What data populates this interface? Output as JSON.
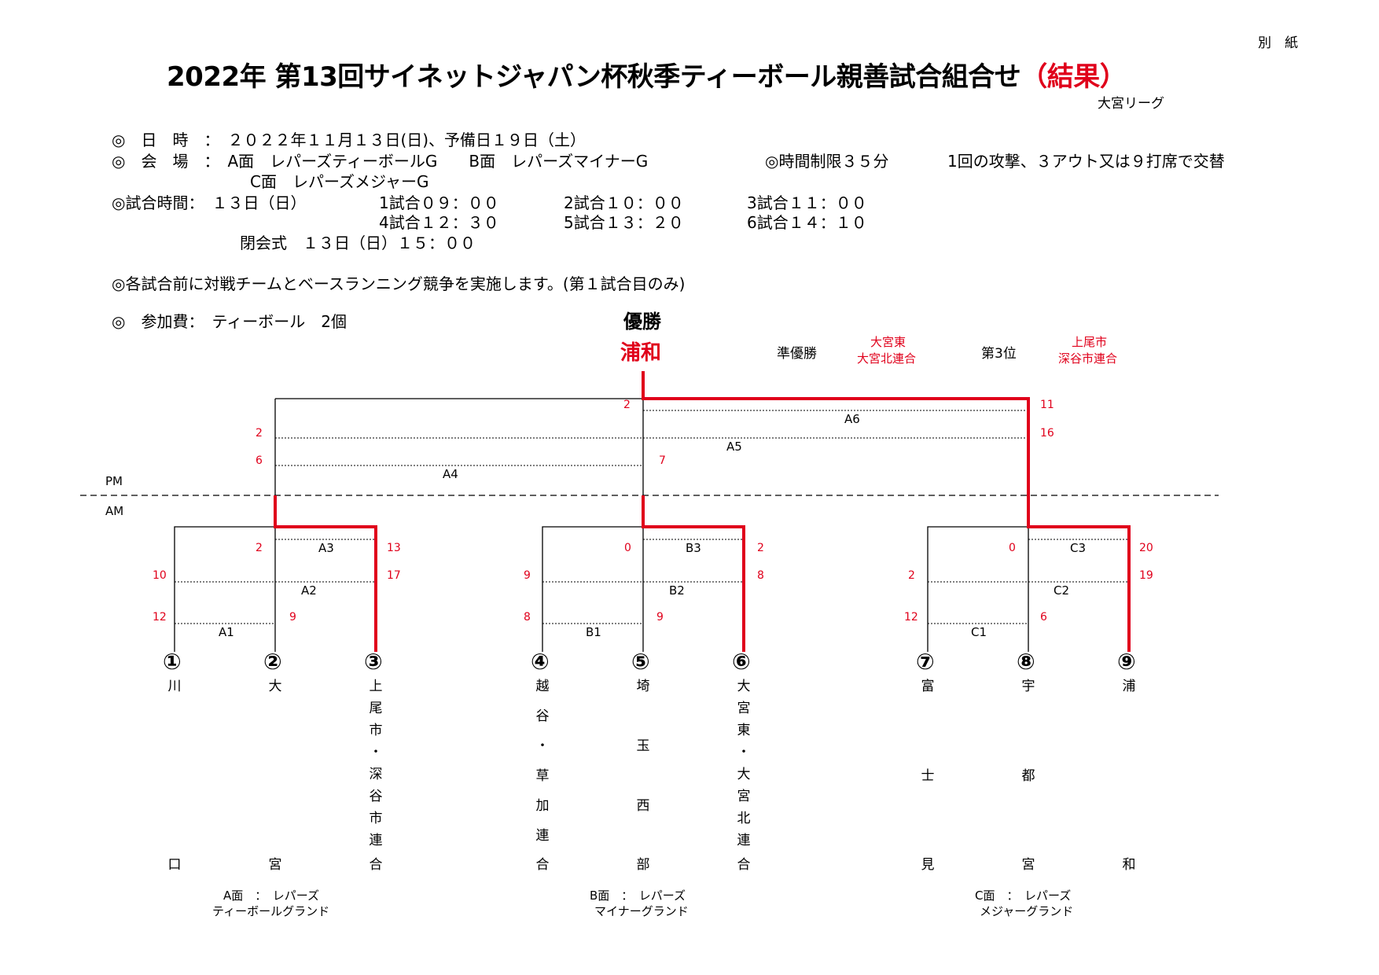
{
  "header": {
    "attachment": "別　紙",
    "title_main": "2022年 第13回サイネットジャパン杯秋季ティーボール親善試合組合せ",
    "title_result": "（結果）",
    "league": "大宮リーグ"
  },
  "info": {
    "line1": "◎　日　時　：　２０２２年１１月１３日(日)、予備日１９日（土）",
    "line2a": "◎　会　場　：　A面　レパーズティーボールG　　B面　レパーズマイナーG",
    "line2b": "◎時間制限３５分",
    "line2c": "1回の攻撃、３アウト又は９打席で交替",
    "line3": "C面　レパーズメジャーG",
    "line4a": "◎試合時間：　１３日（日）",
    "line4b": "1試合０９：００",
    "line4c": "2試合１０：００",
    "line4d": "3試合１１：００",
    "line5b": "4試合１２：３０",
    "line5c": "5試合１３：２０",
    "line5d": "6試合１４：１０",
    "line6": "閉会式　１３日（日）１５：００",
    "line7": "◎各試合前に対戦チームとベースランニング競争を実施します。(第１試合目のみ)",
    "line8": "◎　参加費：　ティーボール　2個"
  },
  "results": {
    "champion_label": "優勝",
    "champion": "浦和",
    "runner_up_label": "準優勝",
    "runner_up_1": "大宮東",
    "runner_up_2": "大宮北連合",
    "third_label": "第3位",
    "third_1": "上尾市",
    "third_2": "深谷市連合"
  },
  "bracket": {
    "pm_label": "PM",
    "am_label": "AM",
    "games": {
      "A1": "A1",
      "A2": "A2",
      "A3": "A3",
      "A4": "A4",
      "A5": "A5",
      "A6": "A6",
      "B1": "B1",
      "B2": "B2",
      "B3": "B3",
      "C1": "C1",
      "C2": "C2",
      "C3": "C3"
    },
    "scores": {
      "A6_left": "2",
      "A6_right": "11",
      "A5_left": "2",
      "A5_right": "16",
      "A4_left": "6",
      "A4_right": "7",
      "A3_left": "2",
      "A3_right": "13",
      "A2_left": "10",
      "A2_right": "17",
      "A1_left": "12",
      "A1_right": "9",
      "B3_left": "0",
      "B3_right": "2",
      "B2_left": "9",
      "B2_right": "8",
      "B1_left": "8",
      "B1_right": "9",
      "C3_left": "0",
      "C3_right": "20",
      "C2_left": "2",
      "C2_right": "19",
      "C1_left": "12",
      "C1_right": "6"
    }
  },
  "teams": [
    {
      "num": "①",
      "chars": [
        "川",
        "",
        "",
        "",
        "",
        "",
        "",
        "",
        "口"
      ]
    },
    {
      "num": "②",
      "chars": [
        "大",
        "",
        "",
        "",
        "",
        "",
        "",
        "",
        "宮"
      ]
    },
    {
      "num": "③",
      "chars": [
        "上",
        "尾",
        "市",
        "・",
        "深",
        "谷",
        "市",
        "連",
        "合"
      ]
    },
    {
      "num": "④",
      "chars": [
        "越",
        "谷",
        "・",
        "草",
        "加",
        "連",
        "合"
      ]
    },
    {
      "num": "⑤",
      "chars": [
        "埼",
        "玉",
        "西",
        "部"
      ]
    },
    {
      "num": "⑥",
      "chars": [
        "大",
        "宮",
        "東",
        "・",
        "大",
        "宮",
        "北",
        "連",
        "合"
      ]
    },
    {
      "num": "⑦",
      "chars": [
        "富",
        "士",
        "見"
      ]
    },
    {
      "num": "⑧",
      "chars": [
        "宇",
        "都",
        "宮"
      ]
    },
    {
      "num": "⑨",
      "chars": [
        "浦",
        "和"
      ]
    }
  ],
  "venues": {
    "a1": "A面　：　レパーズ",
    "a2": "ティーボールグランド",
    "b1": "B面　：　レパーズ",
    "b2": "マイナーグランド",
    "c1": "C面　：　レパーズ",
    "c2": "メジャーグランド"
  },
  "colors": {
    "winner_line": "#e0001b",
    "line": "#000000"
  }
}
